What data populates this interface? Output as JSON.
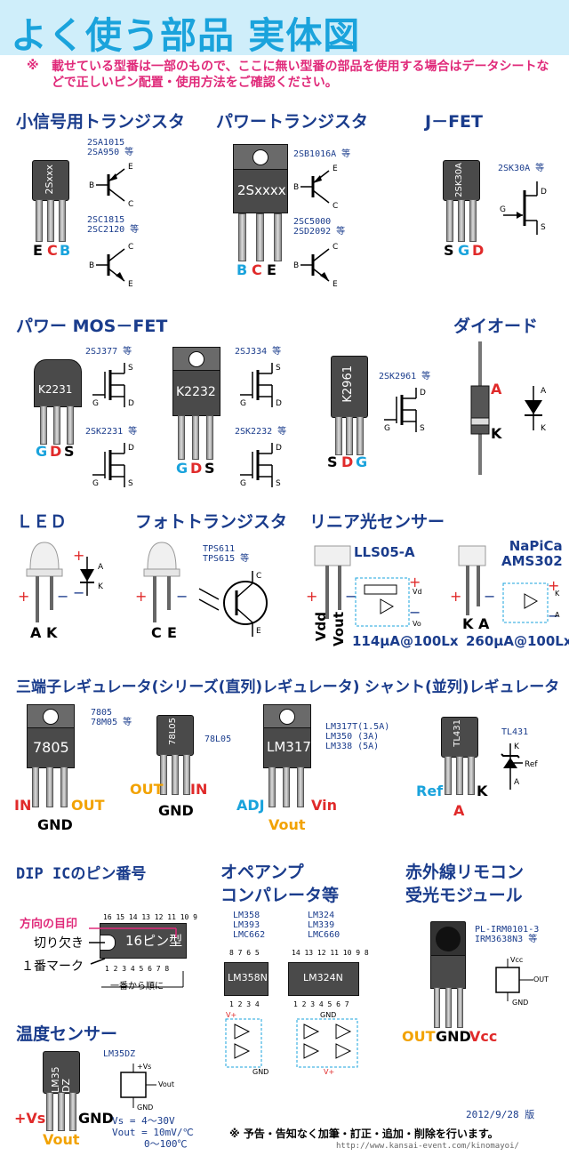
{
  "title": "よく使う部品 実体図",
  "notice_mark": "※",
  "notice": "載せている型番は一部のもので、ここに無い型番の部品を使用する場合はデータシートなどで正しいピン配置・使用方法をご確認ください。",
  "sections": {
    "small_tr": "小信号用トランジスタ",
    "power_tr": "パワートランジスタ",
    "jfet": "J－FET",
    "power_mos": "パワー MOS－FET",
    "diode": "ダイオード",
    "led": "ＬＥＤ",
    "photo_tr": "フォトトランジスタ",
    "linear": "リニア光センサー",
    "regulator": "三端子レギュレータ(シリーズ(直列)レギュレータ)",
    "shunt": "シャント(並列)レギュレータ",
    "dip": "DIP ICのピン番号",
    "opamp1": "オペアンプ",
    "opamp2": "コンパレータ等",
    "ir1": "赤外線リモコン",
    "ir2": "受光モジュール",
    "temp": "温度センサー"
  },
  "parts": {
    "small_tr_body": "2Sxxx",
    "small_tr_pnp": [
      "2SA1015",
      "2SA950  等"
    ],
    "small_tr_npn": [
      "2SC1815",
      "2SC2120 等"
    ],
    "small_tr_pins": [
      "E",
      "C",
      "B"
    ],
    "power_tr_body": "2Sxxxx",
    "power_tr_pnp": [
      "2SB1016A 等"
    ],
    "power_tr_npn": [
      "2SC5000",
      "2SD2092 等"
    ],
    "power_tr_pins": [
      "B",
      "C",
      "E"
    ],
    "jfet_body": "2SK30A",
    "jfet_label": "2SK30A  等",
    "jfet_pins": [
      "S",
      "G",
      "D"
    ],
    "mos1_body": "K2231",
    "mos1_labels": [
      "2SJ377 等",
      "2SK2231 等"
    ],
    "mos1_pins": [
      "G",
      "D",
      "S"
    ],
    "mos2_body": "K2232",
    "mos2_labels": [
      "2SJ334 等",
      "2SK2232 等"
    ],
    "mos2_pins": [
      "G",
      "D",
      "S"
    ],
    "mos3_body": "K2961",
    "mos3_label": "2SK2961 等",
    "mos3_pins": [
      "S",
      "D",
      "G"
    ],
    "diode_pins": [
      "A",
      "K"
    ],
    "led_pins": [
      "A",
      "K"
    ],
    "photo_label": [
      "TPS611",
      "TPS615 等"
    ],
    "photo_pins": [
      "C",
      "E"
    ],
    "llso5": "LLS05-A",
    "llso5_pins": [
      "Vdd",
      "Vout"
    ],
    "llso5_spec": "114μA@100Lx",
    "napica": [
      "NaPiCa",
      "AMS302"
    ],
    "napica_pins": [
      "K",
      "A"
    ],
    "napica_spec": "260μA@100Lx",
    "reg1_body": "7805",
    "reg1_label": [
      "7805",
      "78M05 等"
    ],
    "reg1_pins": [
      "IN",
      "GND",
      "OUT"
    ],
    "reg2_body": "78L05",
    "reg2_label": "78L05",
    "reg2_pins": [
      "OUT",
      "GND",
      "IN"
    ],
    "reg3_body": "LM317",
    "reg3_label": [
      "LM317T(1.5A)",
      "LM350 (3A)",
      "LM338 (5A)"
    ],
    "reg3_pins": [
      "ADJ",
      "Vout",
      "Vin"
    ],
    "tl_body": "TL431",
    "tl_label": "TL431",
    "tl_pins": [
      "Ref",
      "A",
      "K"
    ],
    "dip_dir": "方向の目印",
    "dip_notch": "切り欠き",
    "dip_mark": "１番マーク",
    "dip_body": "16ピン型",
    "dip_top_nums": "16 15 14 13 12 11 10  9",
    "dip_bottom_nums": "1  2  3  4  5  6  7  8",
    "dip_order": "一番から順に",
    "op1_label": [
      "LM358",
      "LM393",
      "LMC662"
    ],
    "op1_body": "LM358N",
    "op2_label": [
      "LM324",
      "LM339",
      "LMC660"
    ],
    "op2_body": "LM324N",
    "op1_top_nums": "8 7 6 5",
    "op1_bot_nums": "1 2 3 4",
    "op2_top_nums": "14 13 12 11 10 9 8",
    "op2_bot_nums": "1  2  3  4  5  6  7",
    "ir_label": [
      "PL-IRM0101-3",
      "IRM3638N3 等"
    ],
    "ir_pins": [
      "OUT",
      "GND",
      "Vcc"
    ],
    "temp_body": "LM35DZ",
    "temp_body_short": "LM35 DZ",
    "temp_pins": [
      "+Vs",
      "GND",
      "Vout"
    ],
    "temp_spec": [
      "Vs    = 4～30V",
      "Vout = 10mV/℃",
      "0～100℃"
    ]
  },
  "footer_date": "2012/9/28 版",
  "footer_note": "※ 予告・告知なく加筆・訂正・追加・削除を行います。",
  "footer_url": "http://www.kansai-event.com/kinomayoi/"
}
